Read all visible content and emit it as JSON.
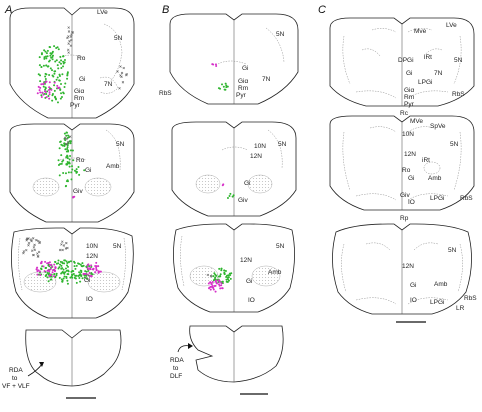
{
  "panels": {
    "a": "A",
    "b": "B",
    "c": "C"
  },
  "colors": {
    "green": "#2fb52f",
    "magenta": "#d630c8",
    "grey": "#666666"
  },
  "a": {
    "s1": {
      "ro": "Ro",
      "gi": "Gi",
      "gia": "Giα",
      "rm": "Rm",
      "pyr": "Pyr",
      "n7": "7N",
      "n5": "5N",
      "lve": "LVe"
    },
    "s2": {
      "ro": "Ro",
      "gi": "Gi",
      "giv": "Giv",
      "amb": "Amb",
      "n5": "5N"
    },
    "s3": {
      "n10": "10N",
      "n12": "12N",
      "gi": "Gi",
      "io": "IO",
      "n5": "5N"
    },
    "note": {
      "l1": "RDA",
      "l2": "to",
      "l3": "VF + VLF"
    }
  },
  "b": {
    "s1": {
      "gi": "Gi",
      "gia": "Giα",
      "rm": "Rm",
      "pyr": "Pyr",
      "n7": "7N",
      "n5": "5N",
      "rbs": "RbS"
    },
    "s2": {
      "n10": "10N",
      "n12": "12N",
      "gi": "Gi",
      "giv": "Giv",
      "n5": "5N"
    },
    "s3": {
      "n12": "12N",
      "gi": "Gi",
      "io": "IO",
      "amb": "Amb",
      "n5": "5N"
    },
    "note": {
      "l1": "RDA",
      "l2": "to",
      "l3": "DLF"
    }
  },
  "c": {
    "s1": {
      "mve": "Mve",
      "lve": "LVe",
      "dpgi": "DPGi",
      "irt": "iRt",
      "gi": "Gi",
      "lpgi": "LPGi",
      "n7": "7N",
      "n5": "5N",
      "gia": "Giα",
      "rm": "Rm",
      "pyr": "Pyr",
      "rbs": "RbS"
    },
    "s2": {
      "rc": "Rc",
      "mve": "MVe",
      "spve": "SpVe",
      "n10": "10N",
      "n12": "12N",
      "irt": "iRt",
      "n5": "5N",
      "ro": "Ro",
      "gi": "Gi",
      "amb": "Amb",
      "giv": "Giv",
      "io": "IO",
      "lpgi": "LPGi",
      "rbs": "RbS",
      "rp": "Rp"
    },
    "s3": {
      "n5": "5N",
      "n12": "12N",
      "gi": "Gi",
      "amb": "Amb",
      "io": "IO",
      "lpgi": "LPGi",
      "lr": "LR",
      "rbs": "RbS"
    }
  }
}
